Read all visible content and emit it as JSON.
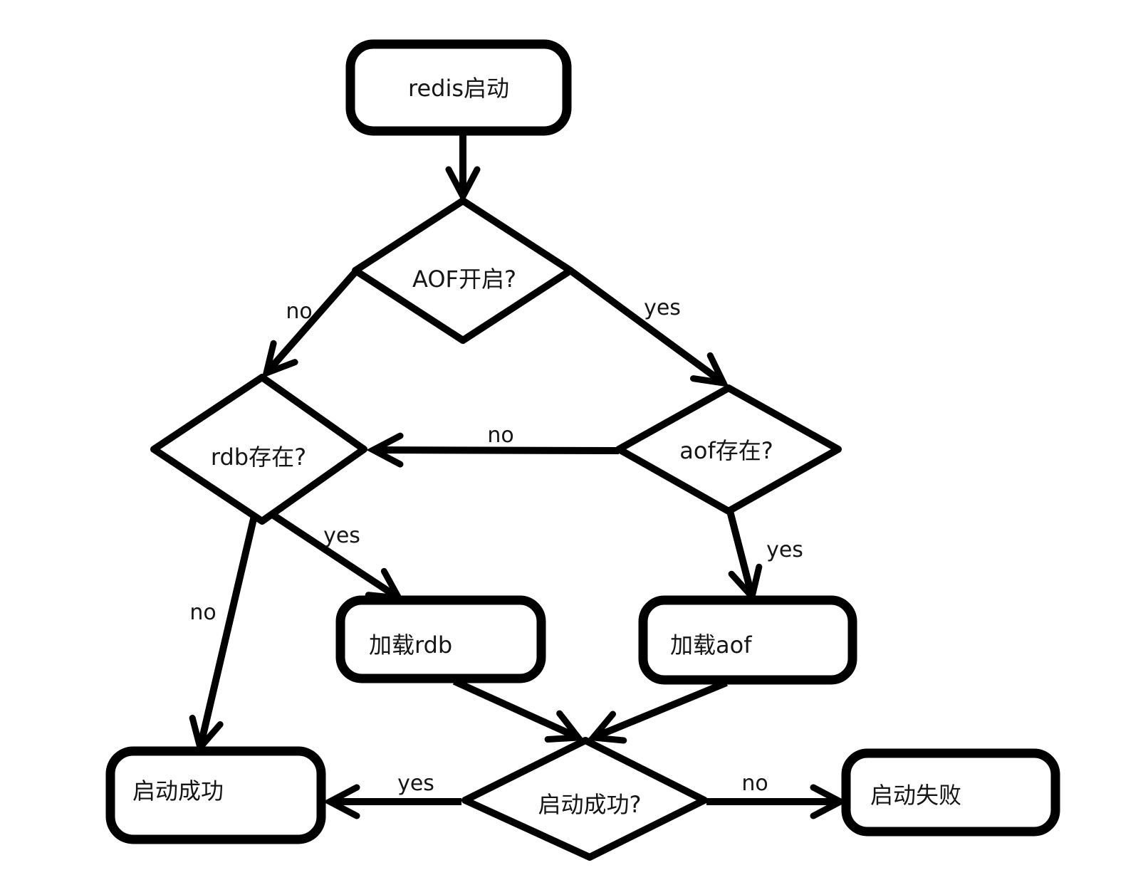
{
  "diagram": {
    "background": "#ffffff",
    "stroke_color": "#000000",
    "text_color": "#151515",
    "nodes": {
      "start": {
        "label": "redis启动",
        "shape": "rounded-rect"
      },
      "aof_enabled": {
        "label": "AOF开启?",
        "shape": "diamond"
      },
      "rdb_exists": {
        "label": "rdb存在?",
        "shape": "diamond"
      },
      "aof_exists": {
        "label": "aof存在?",
        "shape": "diamond"
      },
      "load_rdb": {
        "label": "加载rdb",
        "shape": "rounded-rect"
      },
      "load_aof": {
        "label": "加载aof",
        "shape": "rounded-rect"
      },
      "startup_ok_q": {
        "label": "启动成功?",
        "shape": "diamond"
      },
      "startup_ok": {
        "label": "启动成功",
        "shape": "rounded-rect"
      },
      "startup_fail": {
        "label": "启动失败",
        "shape": "rounded-rect"
      }
    },
    "edges": {
      "aof_enabled_no": {
        "label": "no"
      },
      "aof_enabled_yes": {
        "label": "yes"
      },
      "aof_exists_no": {
        "label": "no"
      },
      "rdb_exists_yes": {
        "label": "yes"
      },
      "aof_exists_yes": {
        "label": "yes"
      },
      "rdb_exists_no": {
        "label": "no"
      },
      "startup_ok_yes": {
        "label": "yes"
      },
      "startup_ok_no": {
        "label": "no"
      }
    }
  }
}
